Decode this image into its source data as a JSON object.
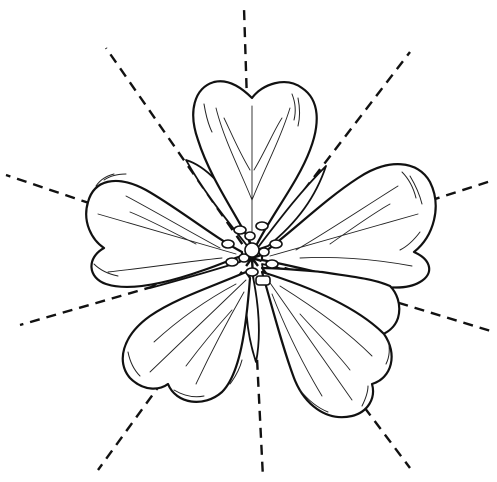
{
  "figure": {
    "subject": "geranium-flower-radial-symmetry",
    "petal_count": 5,
    "sepal_count": 5,
    "symmetry_axis_count": 10,
    "line_color": "#111111",
    "background_color": "#ffffff"
  }
}
